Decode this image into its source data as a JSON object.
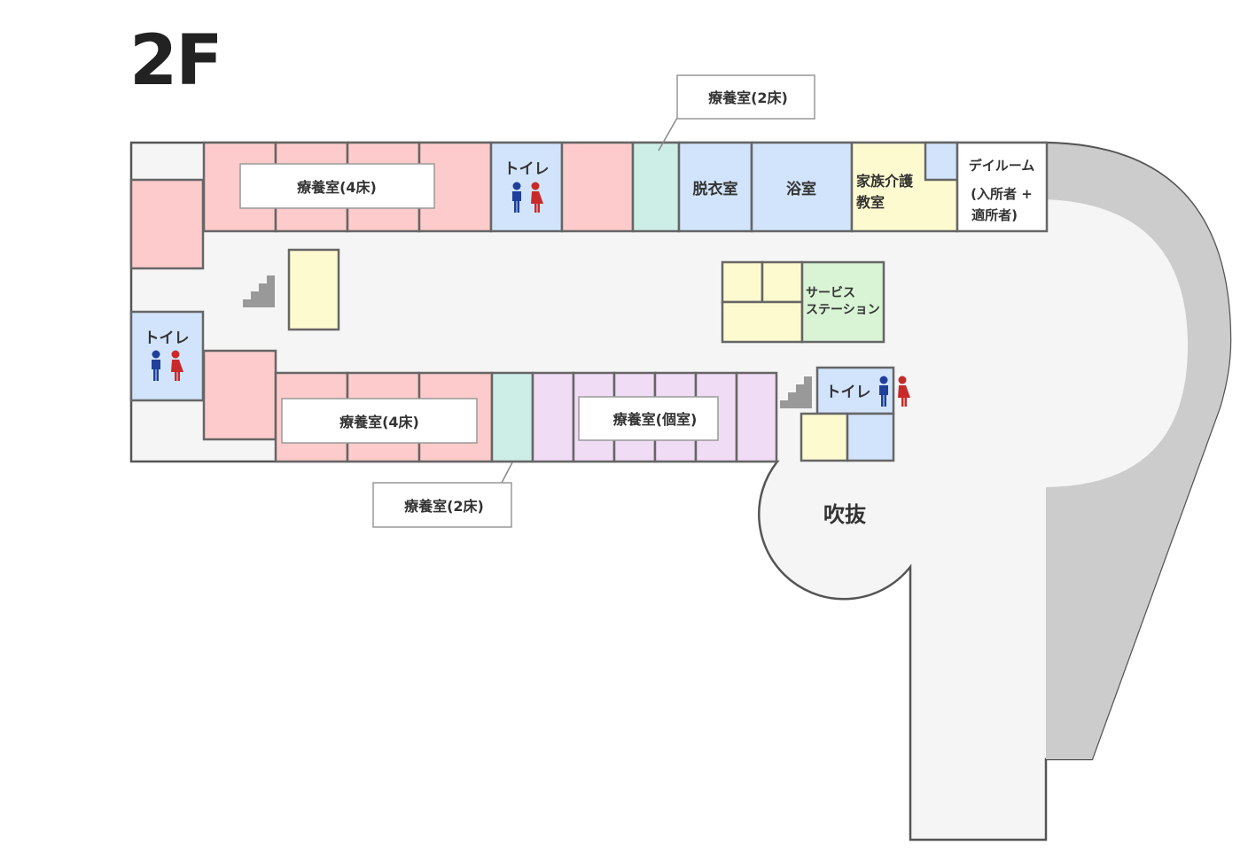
{
  "floor": {
    "title": "2F"
  },
  "colors": {
    "ward": "#fdcbcb",
    "private": "#f0dcf5",
    "two_bed": "#cdeee6",
    "toilet": "#d2e4fb",
    "bath": "#d2e4fb",
    "family": "#fefad0",
    "station": "#d9f4d5",
    "floor": "#f5f5f5",
    "walkway": "#cccccc",
    "male": "#1f3f9b",
    "female": "#c82a2a"
  },
  "labels": {
    "ward4_top": "療養室(4床)",
    "ward4_bottom": "療養室(4床)",
    "ward_private": "療養室(個室)",
    "ward2_top_callout": "療養室(2床)",
    "ward2_bottom_callout": "療養室(2床)",
    "toilet_top": "トイレ",
    "toilet_left": "トイレ",
    "toilet_right": "トイレ",
    "changing_room": "脱衣室",
    "bathroom": "浴室",
    "family_care_line1": "家族介護",
    "family_care_line2": "教室",
    "dayroom_line1": "デイルーム",
    "dayroom_line2": "(入所者 +",
    "dayroom_line3": "適所者)",
    "station_line1": "サービス",
    "station_line2": "ステーション",
    "atrium": "吹抜"
  },
  "icons": [
    "stairs-icon",
    "male-icon",
    "female-icon"
  ]
}
